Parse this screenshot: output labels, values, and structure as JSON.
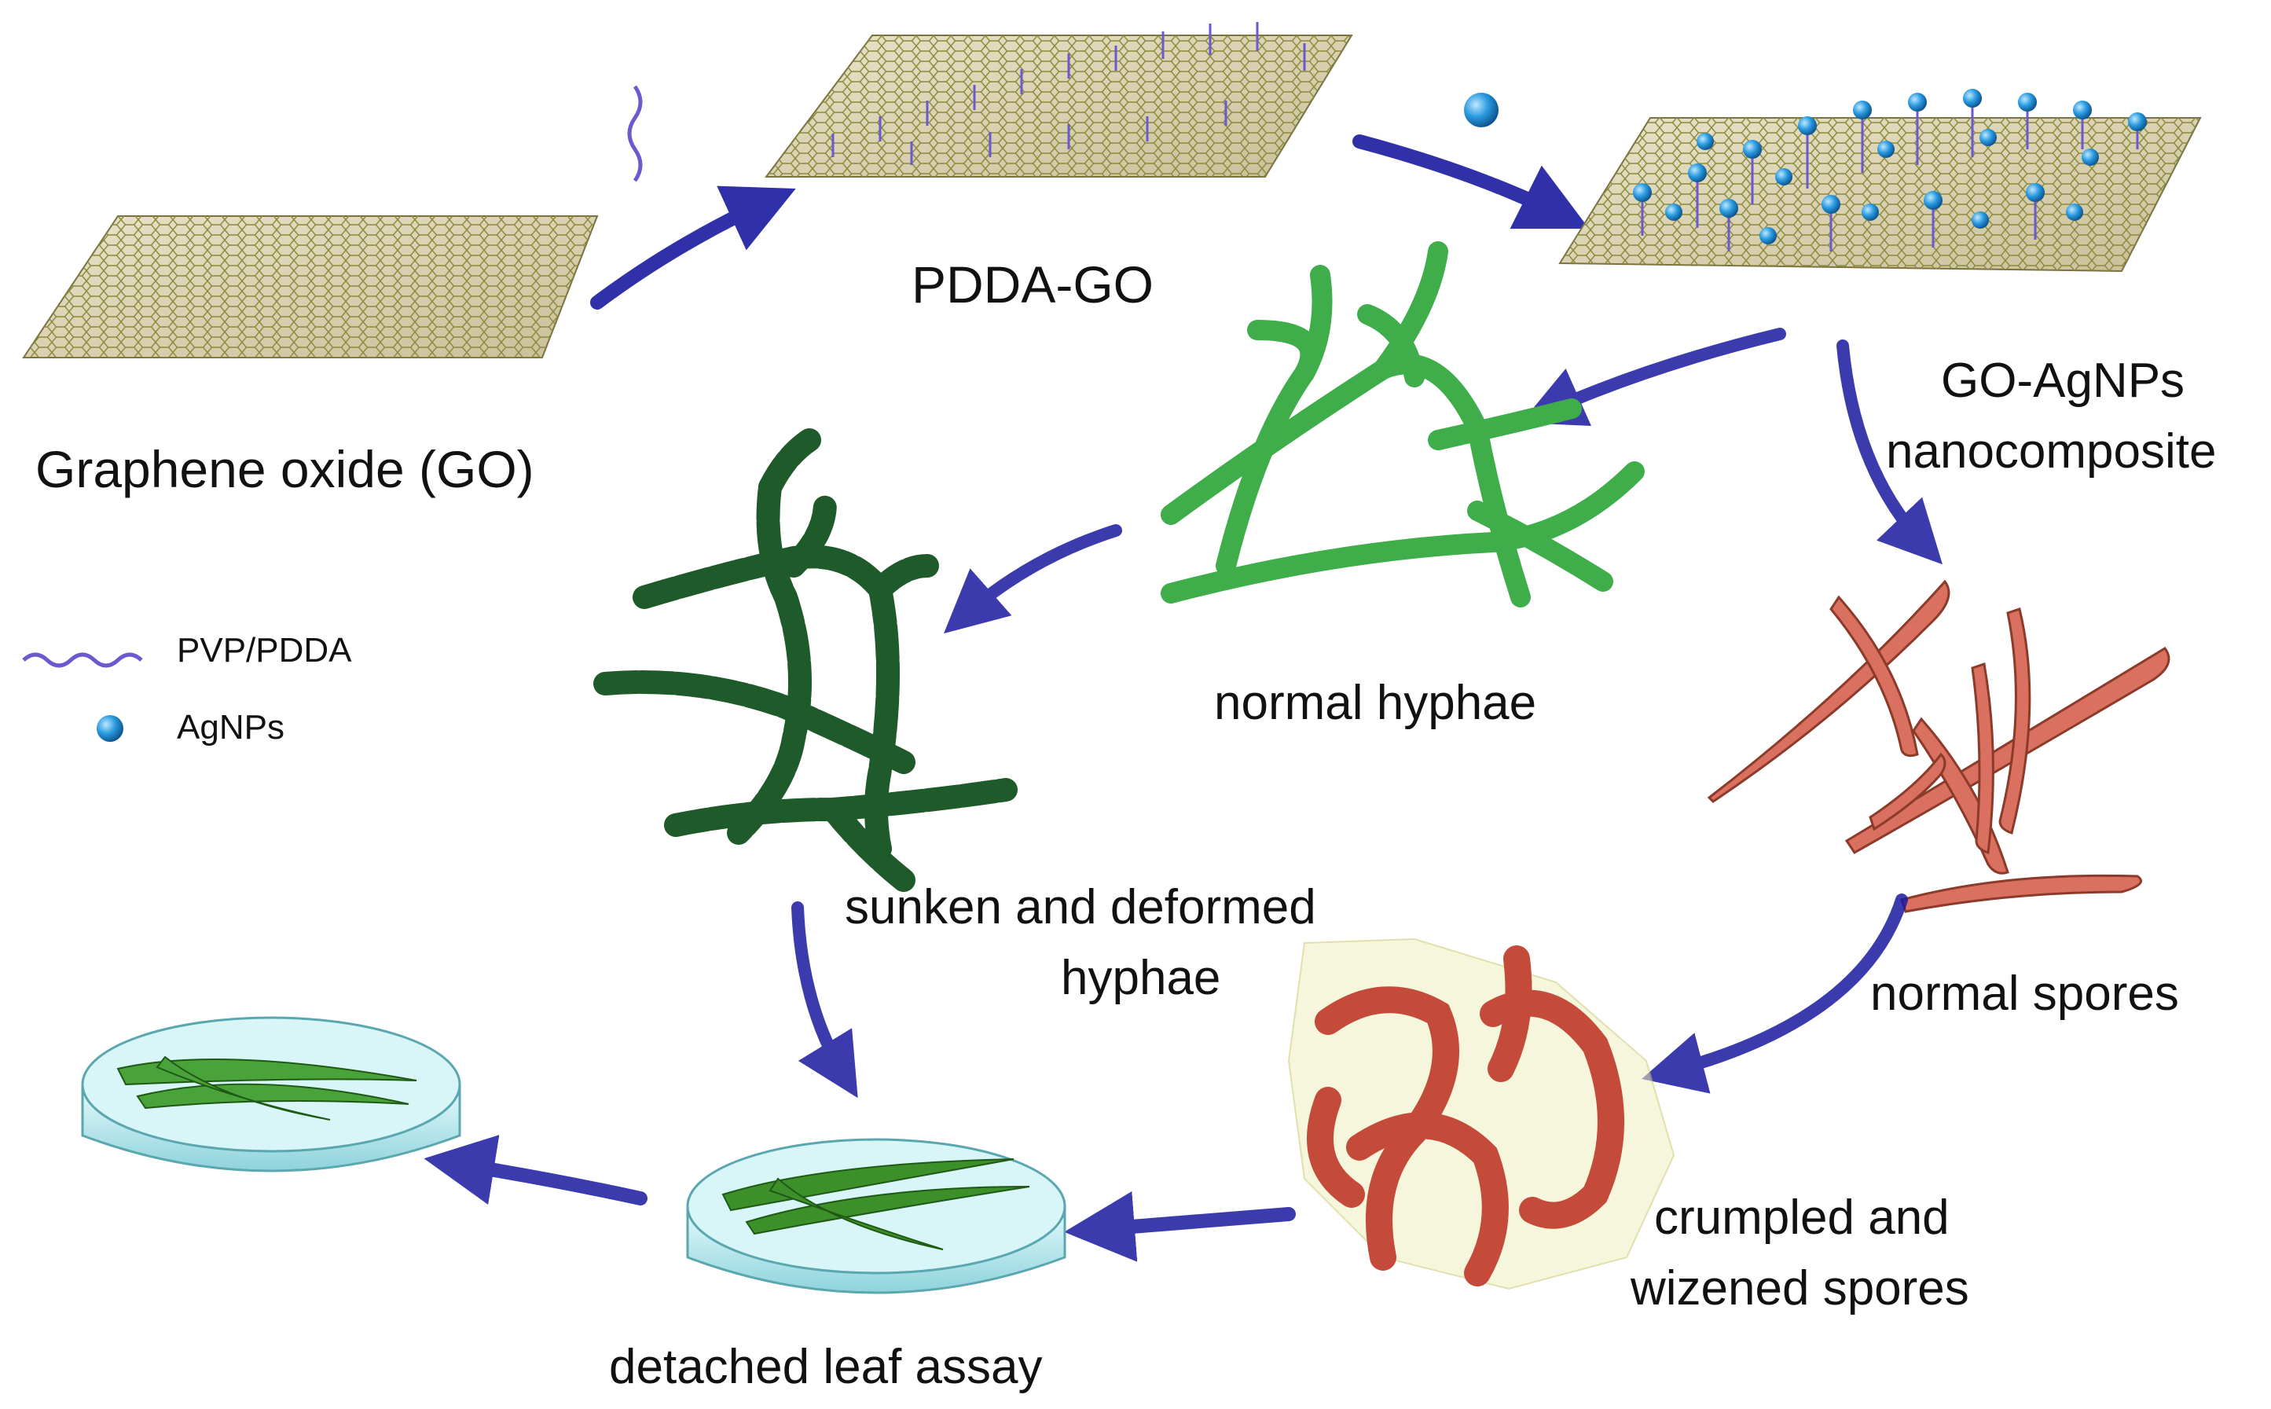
{
  "labels": {
    "go": "Graphene oxide (GO)",
    "pdda_go": "PDDA-GO",
    "go_agnps_line1": "GO-AgNPs",
    "go_agnps_line2": "nanocomposite",
    "normal_hyphae": "normal hyphae",
    "deformed_line1": "sunken and deformed",
    "deformed_line2": "hyphae",
    "normal_spores": "normal spores",
    "crumpled_line1": "crumpled and",
    "crumpled_line2": "wizened spores",
    "leaf_assay": "detached leaf assay"
  },
  "legend": {
    "pvp": "PVP/PDDA",
    "agnps": "AgNPs"
  },
  "colors": {
    "arrow": "#1a1aa0",
    "sheet_bond": "#8a8a3a",
    "polymer": "#6a5acd",
    "agnp": "#2a9be0",
    "hyphae_normal": "#3fae4a",
    "hyphae_deformed": "#1f5a2a",
    "spores": "#d97060",
    "dish": "#bfe9ee",
    "leaf": "#3d8f2a"
  }
}
